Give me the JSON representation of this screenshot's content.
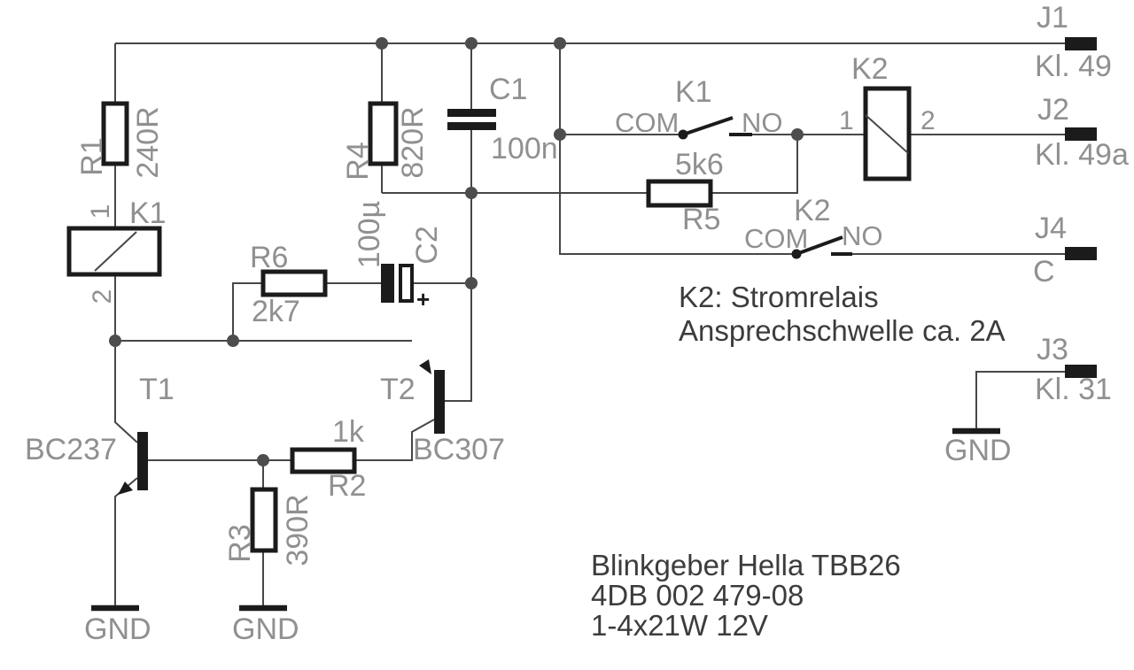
{
  "colors": {
    "background": "#ffffff",
    "wire": "#474747",
    "outline": "#1b1b1b",
    "label": "#909090",
    "text": "#3c3c3c"
  },
  "parts": {
    "r1": {
      "name": "R1",
      "value": "240R"
    },
    "r2": {
      "name": "R2",
      "value": "1k"
    },
    "r3": {
      "name": "R3",
      "value": "390R"
    },
    "r4": {
      "name": "R4",
      "value": "820R"
    },
    "r5": {
      "name": "R5",
      "value": "5k6"
    },
    "r6": {
      "name": "R6",
      "value": "2k7"
    },
    "c1": {
      "name": "C1",
      "value": "100n"
    },
    "c2": {
      "name": "C2",
      "value": "100µ",
      "plus": "+"
    },
    "t1": {
      "name": "T1",
      "type": "BC237"
    },
    "t2": {
      "name": "T2",
      "type": "BC307"
    },
    "k1coil": {
      "name": "K1",
      "pin1": "1",
      "pin2": "2"
    },
    "k1sw": {
      "name": "K1",
      "com": "COM",
      "no": "NO"
    },
    "k2coil": {
      "name": "K2",
      "pin1": "1",
      "pin2": "2"
    },
    "k2sw": {
      "name": "K2",
      "com": "COM",
      "no": "NO"
    }
  },
  "connectors": {
    "j1": {
      "name": "J1",
      "klemme": "Kl. 49"
    },
    "j2": {
      "name": "J2",
      "klemme": "Kl. 49a"
    },
    "j4": {
      "name": "J4",
      "klemme": "C"
    },
    "j3": {
      "name": "J3",
      "klemme": "Kl. 31"
    },
    "gnd": "GND"
  },
  "notes": {
    "k2_line1": "K2: Stromrelais",
    "k2_line2": "Ansprechschwelle ca. 2A",
    "title1": "Blinkgeber Hella TBB26",
    "title2": "4DB 002 479-08",
    "title3": "1-4x21W 12V"
  }
}
